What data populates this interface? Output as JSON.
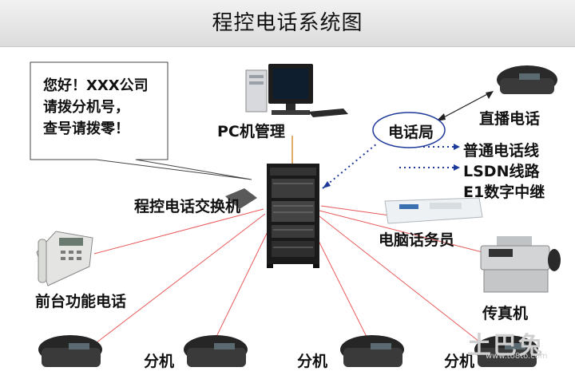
{
  "title": "程控电话系统图",
  "callout": {
    "lines": [
      "您好！XXX公司",
      "请拨分机号，",
      "查号请拨零！"
    ]
  },
  "labels": {
    "pc": "PC机管理",
    "exchange": "程控电话交换机",
    "telecom": "电话局",
    "direct_line": "直播电话",
    "line_types": [
      "普通电话线",
      "LSDN线路",
      "E1数字中继"
    ],
    "operator": "电脑话务员",
    "front_desk": "前台功能电话",
    "fax": "传真机",
    "extension": "分机"
  },
  "watermark": {
    "logo": "土巴兔",
    "url": "www.to8to.com"
  },
  "colors": {
    "red_line": "#e85a5a",
    "blue_dots": "#1e3a9a",
    "orange_line": "#d4913a"
  }
}
